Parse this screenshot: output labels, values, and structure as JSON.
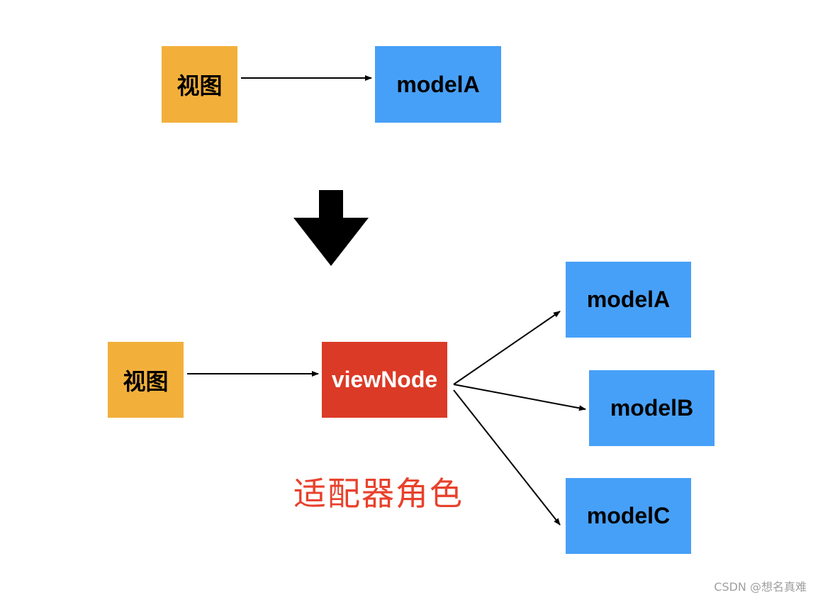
{
  "top": {
    "view": "视图",
    "model": "modelA"
  },
  "bottom": {
    "view": "视图",
    "adapter": "viewNode",
    "models": [
      "modelA",
      "modelB",
      "modelC"
    ]
  },
  "caption": "适配器角色",
  "watermark": "CSDN @想名真难",
  "colors": {
    "view": "#F2B03B",
    "model": "#47A0F8",
    "adapter": "#DB3A26",
    "caption": "#E8412C"
  }
}
